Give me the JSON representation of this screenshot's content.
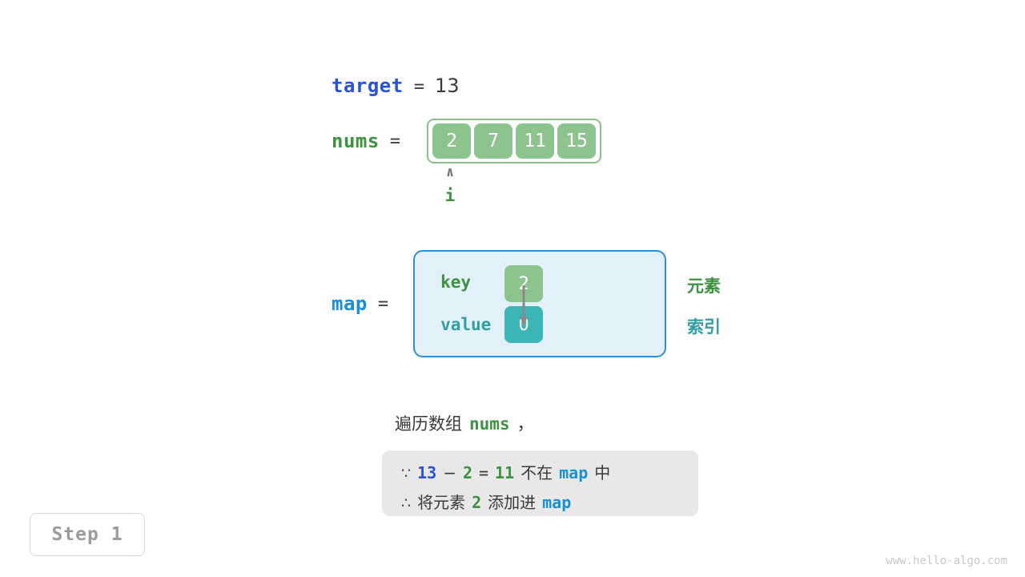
{
  "target": {
    "name": "target",
    "equals": "=",
    "value": "13"
  },
  "nums": {
    "name": "nums",
    "equals": "=",
    "cells": [
      "2",
      "7",
      "11",
      "15"
    ]
  },
  "pointer": {
    "caret": "∧",
    "label": "i"
  },
  "map": {
    "name": "map",
    "equals": "=",
    "key_label": "key",
    "value_label": "value",
    "key_cell": "2",
    "value_cell": "0",
    "note_element": "元素",
    "note_index": "索引"
  },
  "caption": {
    "prefix": "遍历数组",
    "var": "nums",
    "suffix": "，"
  },
  "reasoning": {
    "line1": {
      "symbol": "∵",
      "a": "13",
      "minus": "−",
      "b": "2",
      "eq": "=",
      "result": "11",
      "mid": "不在",
      "map": "map",
      "tail": "中"
    },
    "line2": {
      "symbol": "∴",
      "pre": "将元素",
      "elem": "2",
      "mid": "添加进",
      "map": "map"
    }
  },
  "step": {
    "label": "Step 1"
  },
  "watermark": {
    "text": "www.hello-algo.com"
  },
  "colors": {
    "target_blue": "#2a52d4",
    "map_blue": "#1a8fd4",
    "nums_green": "#3d9141",
    "cell_green": "#8dc48e",
    "cell_teal": "#3bb5b5",
    "map_bg": "#e2f0fa",
    "map_border": "#2f8fce",
    "reason_bg": "#e8e8e8",
    "step_gray": "#9b9b9b"
  }
}
